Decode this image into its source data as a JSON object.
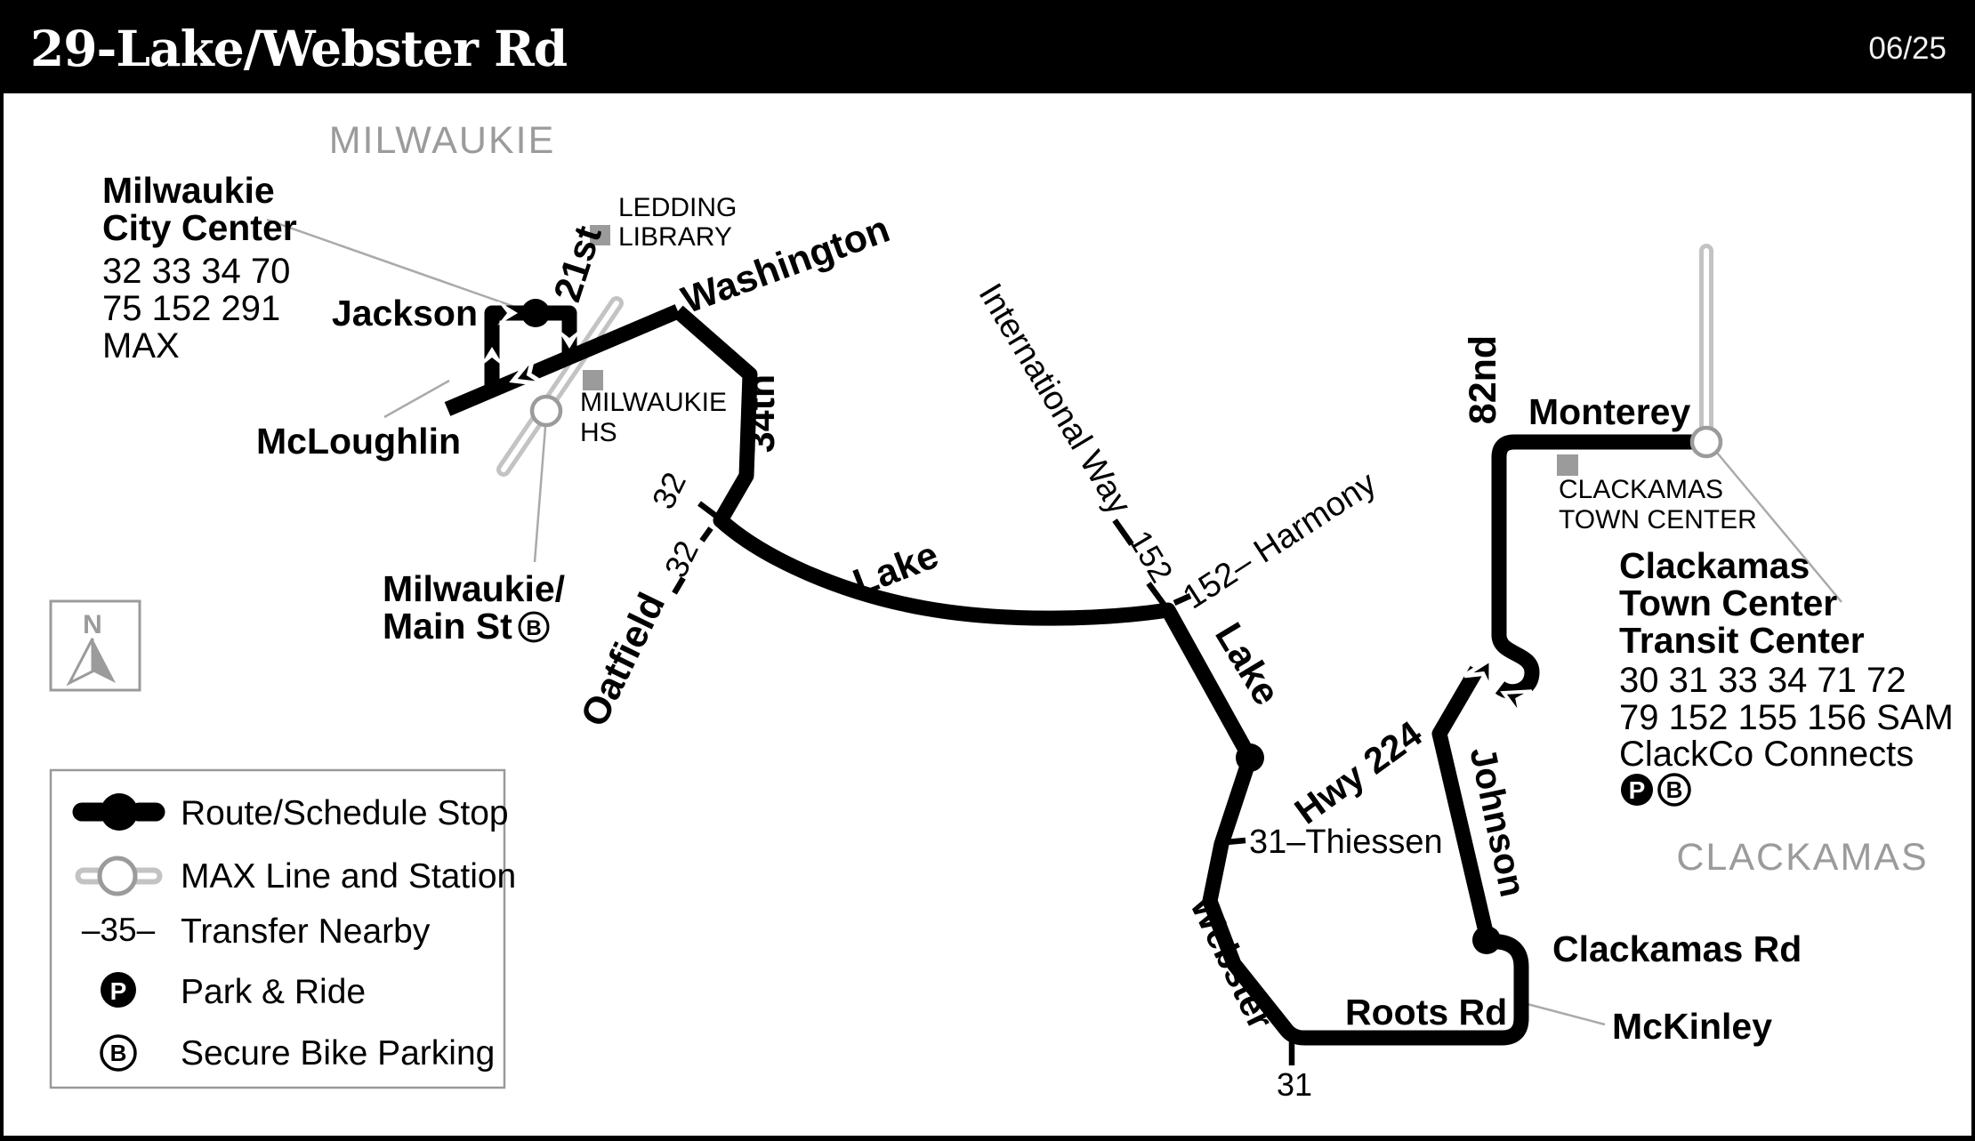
{
  "header": {
    "title": "29-Lake/Webster Rd",
    "date": "06/25"
  },
  "areas": {
    "milwaukie": "MILWAUKIE",
    "clackamas": "CLACKAMAS"
  },
  "stops": {
    "milwaukie_city_center": {
      "name1": "Milwaukie",
      "name2": "City Center",
      "routes1": "32 33 34 70",
      "routes2": "75 152 291",
      "routes3": "MAX"
    },
    "clackamas_tc": {
      "name1": "Clackamas",
      "name2": "Town Center",
      "name3": "Transit Center",
      "routes1": "30 31 33 34 71 72",
      "routes2": "79 152 155 156 SAM",
      "routes3": "ClackCo Connects",
      "park": "P",
      "bike": "B"
    },
    "milwaukie_main_st": {
      "name1": "Milwaukie/",
      "name2": "Main St",
      "bike": "B"
    }
  },
  "landmarks": {
    "ledding1": "LEDDING",
    "ledding2": "LIBRARY",
    "hs1": "MILWAUKIE",
    "hs2": "HS",
    "ctc1": "CLACKAMAS",
    "ctc2": "TOWN CENTER"
  },
  "streets": {
    "jackson": "Jackson",
    "mcloughlin": "McLoughlin",
    "st21": "21st",
    "washington": "Washington",
    "st34": "34th",
    "oatfield": "Oatfield",
    "lake_upper": "Lake",
    "lake_lower": "Lake",
    "international_way": "International Way",
    "harmony": "152– Harmony",
    "hwy224": "Hwy 224",
    "johnson": "Johnson",
    "st82": "82nd",
    "monterey": "Monterey",
    "webster": "Webster",
    "roots": "Roots Rd",
    "mckinley": "McKinley",
    "clackamas_rd": "Clackamas Rd",
    "thiessen": "31–Thiessen"
  },
  "transfers": {
    "oatfield_upper": "32",
    "oatfield_lower": "32",
    "iw_152": "152",
    "webster_31": "31"
  },
  "legend": {
    "items": [
      {
        "label": "Route/Schedule Stop"
      },
      {
        "label": "MAX Line and Station"
      },
      {
        "label": "Transfer Nearby"
      },
      {
        "label": "Park & Ride"
      },
      {
        "label": "Secure Bike Parking"
      }
    ],
    "transfer_symbol": "–35–",
    "park": "P",
    "bike": "B"
  },
  "compass": {
    "n": "N"
  },
  "colors": {
    "route": "#000000",
    "max_line": "#c3c3c3",
    "area_label": "#9b9b9b"
  }
}
